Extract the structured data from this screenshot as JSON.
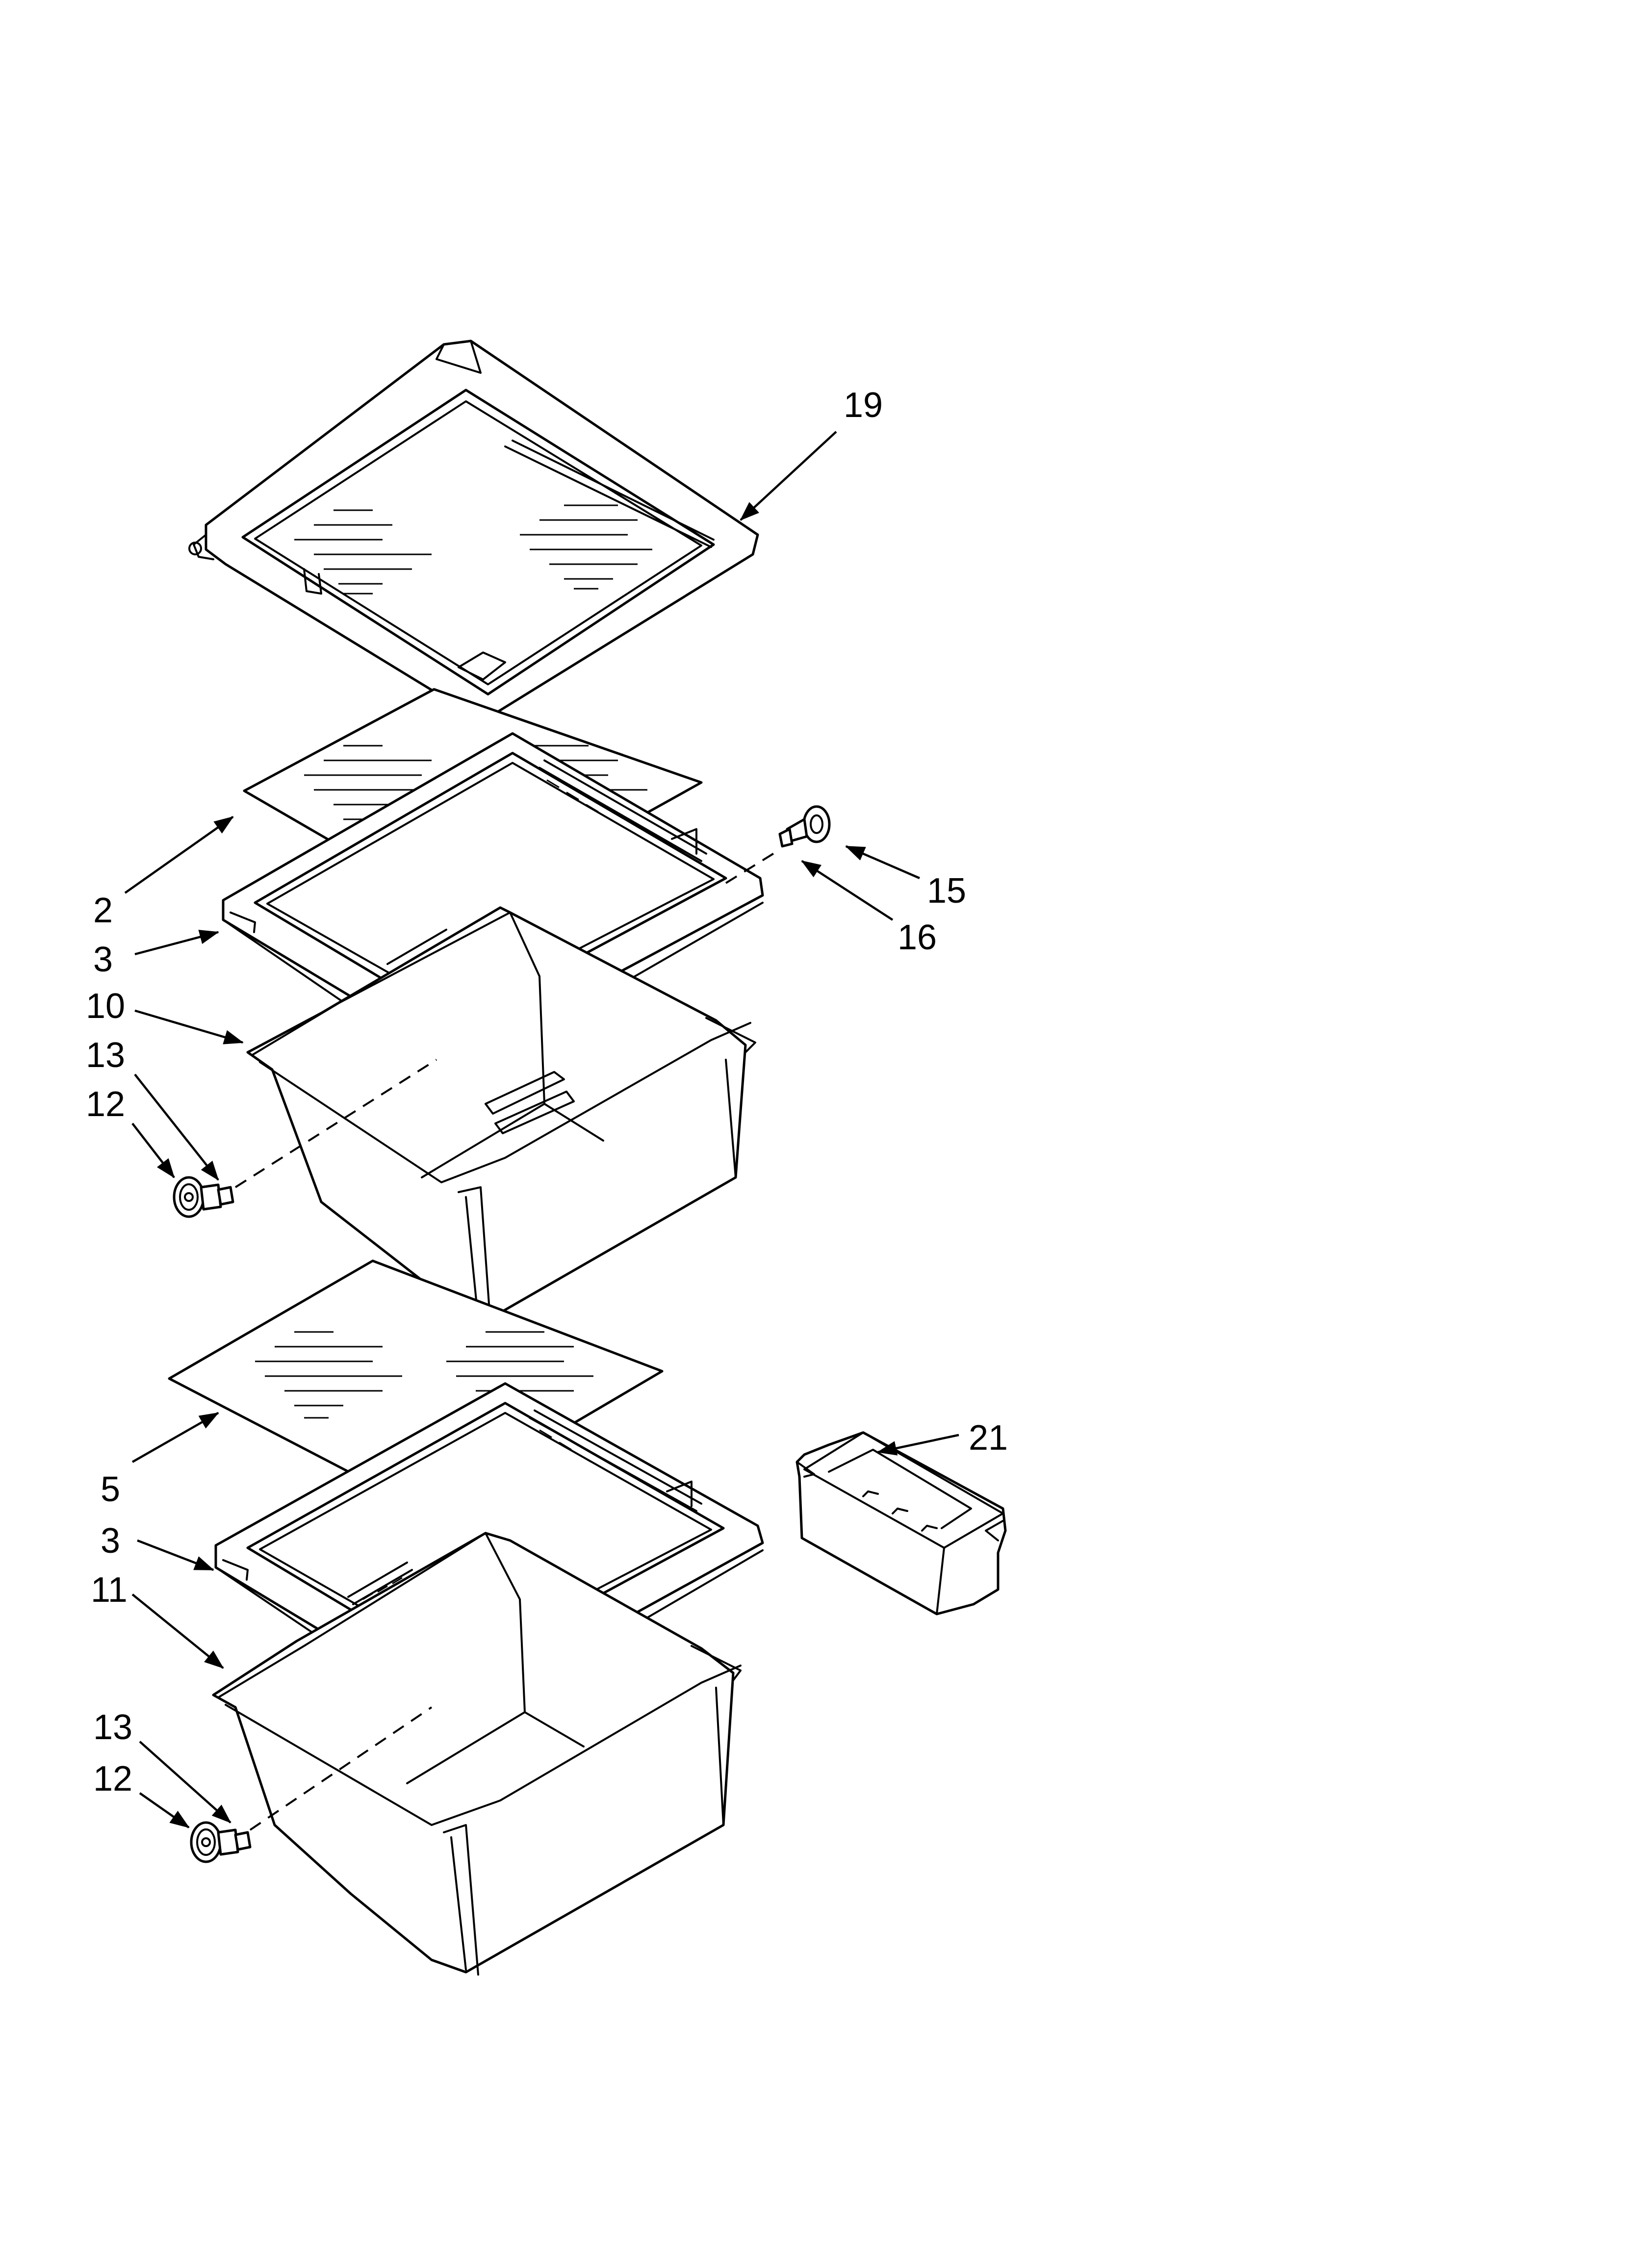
{
  "diagram": {
    "type": "exploded-parts-view",
    "callouts": [
      {
        "id": "c19",
        "label": "19",
        "part": "upper-shelf-frame"
      },
      {
        "id": "c2",
        "label": "2",
        "part": "upper-glass-shelf"
      },
      {
        "id": "c3a",
        "label": "3",
        "part": "upper-crisper-cover-frame"
      },
      {
        "id": "c10",
        "label": "10",
        "part": "upper-crisper-drawer"
      },
      {
        "id": "c13a",
        "label": "13",
        "part": "upper-roller-axle"
      },
      {
        "id": "c12a",
        "label": "12",
        "part": "upper-roller"
      },
      {
        "id": "c15",
        "label": "15",
        "part": "frame-roller"
      },
      {
        "id": "c16",
        "label": "16",
        "part": "frame-roller-axle"
      },
      {
        "id": "c5",
        "label": "5",
        "part": "lower-glass-shelf"
      },
      {
        "id": "c3b",
        "label": "3",
        "part": "lower-crisper-cover-frame"
      },
      {
        "id": "c11",
        "label": "11",
        "part": "lower-crisper-drawer"
      },
      {
        "id": "c13b",
        "label": "13",
        "part": "lower-roller-axle"
      },
      {
        "id": "c12b",
        "label": "12",
        "part": "lower-roller"
      },
      {
        "id": "c21",
        "label": "21",
        "part": "storage-bin"
      }
    ]
  }
}
